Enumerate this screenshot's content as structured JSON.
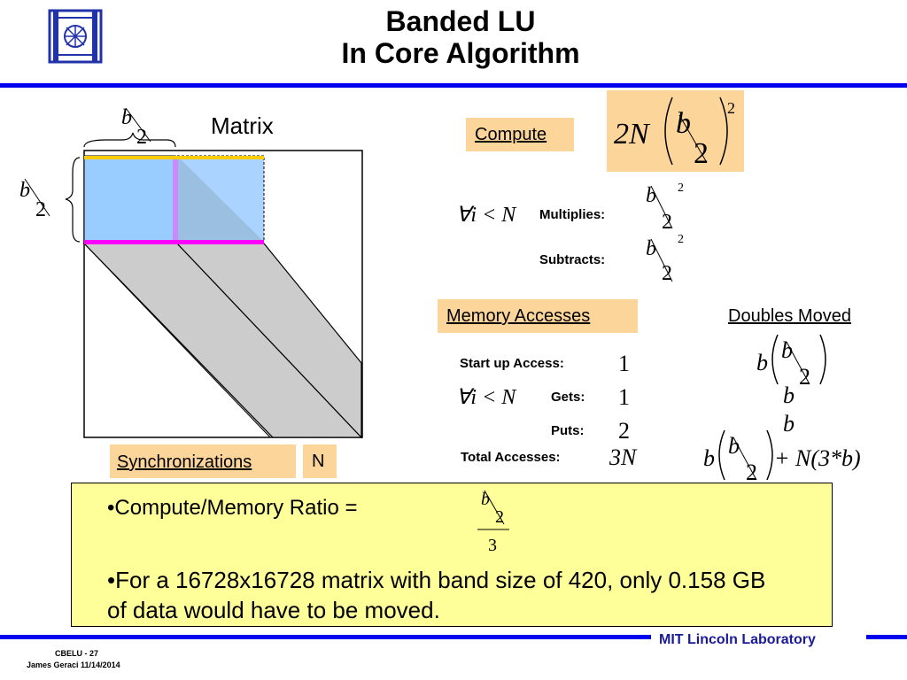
{
  "header": {
    "title_line1": "Banded LU",
    "title_line2": "In Core Algorithm",
    "logo": "mit-lincoln-logo"
  },
  "diagram": {
    "matrix_label": "Matrix",
    "sync_label": "Synchronizations",
    "sync_value": "N"
  },
  "compute": {
    "label": "Compute",
    "formula_prefix": "2N",
    "multiplies_label": "Multiplies:",
    "subtracts_label": "Subtracts:"
  },
  "memory": {
    "label": "Memory Accesses",
    "doubles_label": "Doubles Moved",
    "startup_label": "Start up Access:",
    "startup_value": "1",
    "gets_label": "Gets:",
    "gets_value": "1",
    "puts_label": "Puts:",
    "puts_value": "2",
    "total_label": "Total Accesses:",
    "total_value": "3N",
    "total_doubles_suffix": "+ N(3*b)"
  },
  "math": {
    "b": "b",
    "two": "2",
    "three": "3",
    "forall": "∀i < N"
  },
  "summary": {
    "bullet1": "•Compute/Memory Ratio =",
    "bullet2": "•For a 16728x16728 matrix with band size of 420, only 0.158 GB of data would have to be moved."
  },
  "footer": {
    "org": "MIT Lincoln Laboratory",
    "code": "CBELU - 27",
    "author_date": "James Geraci 11/14/2014"
  },
  "colors": {
    "rule": "#0000ee",
    "orange_box": "#fcd59a",
    "yellow_box": "#ffff99",
    "band_gray": "#cccccc",
    "block_blue": "#99ccff",
    "magenta": "#ff00ff",
    "gold": "#ffcc00"
  }
}
